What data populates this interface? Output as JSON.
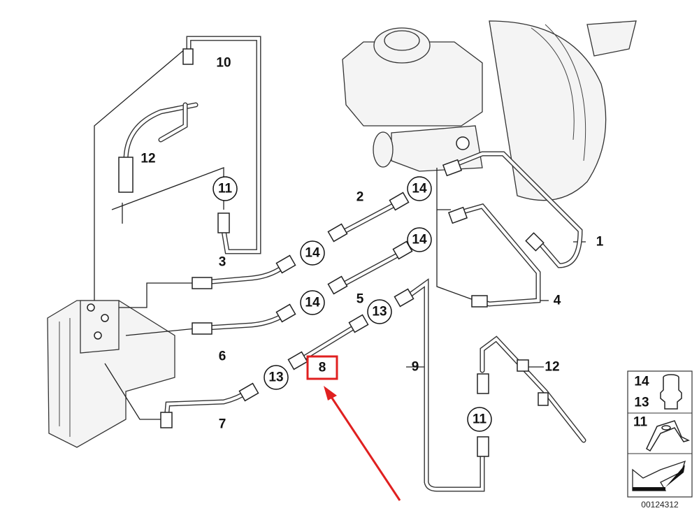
{
  "callouts": {
    "c1": "1",
    "c2": "2",
    "c3": "3",
    "c4": "4",
    "c5": "5",
    "c6": "6",
    "c7": "7",
    "c8": "8",
    "c9": "9",
    "c10": "10",
    "c12a": "12",
    "c12b": "12",
    "c11a": "11",
    "c11b": "11",
    "c14a": "14",
    "c14b": "14",
    "c14c": "14",
    "c14d": "14",
    "c13a": "13",
    "c13b": "13"
  },
  "highlight": {
    "label": "8",
    "color": "#e02020"
  },
  "legend": {
    "row1_top": "14",
    "row1_bottom": "13",
    "row2": "11"
  },
  "diagram_number": "00124312"
}
